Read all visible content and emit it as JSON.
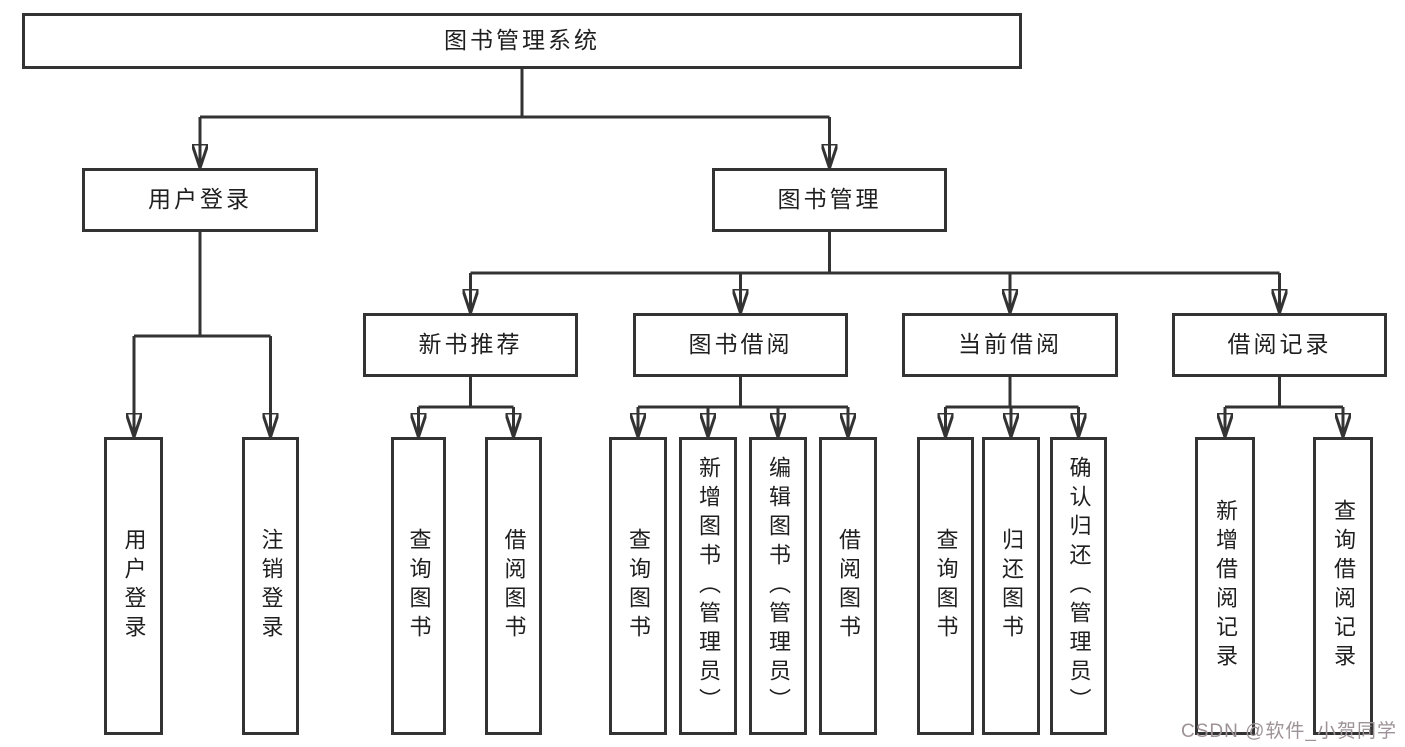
{
  "diagram": {
    "root": {
      "label": "图书管理系统"
    },
    "level2": {
      "user_login": {
        "label": "用户登录"
      },
      "book_management": {
        "label": "图书管理"
      }
    },
    "level3": {
      "new_book_recommend": {
        "label": "新书推荐"
      },
      "book_borrowing": {
        "label": "图书借阅"
      },
      "current_borrowing": {
        "label": "当前借阅"
      },
      "borrowing_records": {
        "label": "借阅记录"
      }
    },
    "leaves": {
      "user_login_leaf": {
        "label": "用户登录"
      },
      "logout": {
        "label": "注销登录"
      },
      "nbr_query_books": {
        "label": "查询图书"
      },
      "nbr_borrow_books": {
        "label": "借阅图书"
      },
      "bb_query_books": {
        "label": "查询图书"
      },
      "bb_add_books": {
        "label": "新增图书（管理员）"
      },
      "bb_edit_books": {
        "label": "编辑图书（管理员）"
      },
      "bb_borrow_books": {
        "label": "借阅图书"
      },
      "cb_query_books": {
        "label": "查询图书"
      },
      "cb_return_books": {
        "label": "归还图书"
      },
      "cb_confirm_return": {
        "label": "确认归还（管理员）"
      },
      "br_add_record": {
        "label": "新增借阅记录"
      },
      "br_query_record": {
        "label": "查询借阅记录"
      }
    }
  },
  "watermark": {
    "text": "CSDN @软件_小贺同学"
  },
  "colors": {
    "line": "#333333",
    "text": "#1f1f1f",
    "background": "#ffffff",
    "watermark": "#9d9297"
  }
}
